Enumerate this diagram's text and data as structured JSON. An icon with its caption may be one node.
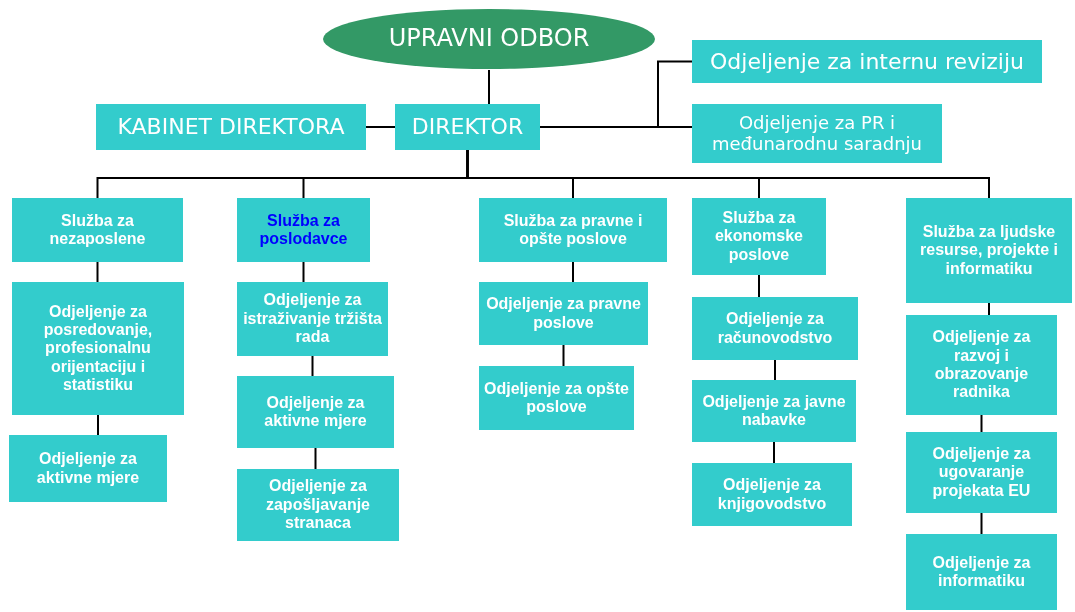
{
  "diagram": {
    "nodes": [
      {
        "text": [
          "UPRAVNI ODBOR"
        ]
      },
      {
        "text": [
          "Odjeljenje za internu reviziju"
        ]
      },
      {
        "text": [
          "KABINET DIREKTORA"
        ]
      },
      {
        "text": [
          "DIREKTOR"
        ]
      },
      {
        "text": [
          "Odjeljenje za PR i međunarodnu saradnju"
        ]
      },
      {
        "text": [
          "Služba za nezaposlene"
        ]
      },
      {
        "text": [
          "Služba za poslodavce"
        ]
      },
      {
        "text": [
          "Služba za pravne i opšte poslove"
        ]
      },
      {
        "text": [
          "Služba za ekonomske poslove"
        ]
      },
      {
        "text": [
          "Služba za ljudske resurse, projekte i informatiku"
        ]
      },
      {
        "text": [
          "Odjeljenje za posredovanje, profesionalnu orijentaciju i statistiku"
        ]
      },
      {
        "text": [
          "Odjeljenje za aktivne mjere"
        ]
      },
      {
        "text": [
          "Odjeljenje za istraživanje tržišta rada"
        ]
      },
      {
        "text": [
          "Odjeljenje za aktivne mjere"
        ]
      },
      {
        "text": [
          "Odjeljenje za zapošljavanje stranaca"
        ]
      },
      {
        "text": [
          "Odjeljenje za pravne poslove"
        ]
      },
      {
        "text": [
          "Odjeljenje za opšte poslove"
        ]
      },
      {
        "text": [
          "Odjeljenje za računovodstvo"
        ]
      },
      {
        "text": [
          "Odjeljenje za javne nabavke"
        ]
      },
      {
        "text": [
          "Odjeljenje za knjigovodstvo"
        ]
      },
      {
        "text": [
          "Odjeljenje za razvoj i obrazovanje radnika"
        ]
      },
      {
        "text": [
          "Odjeljenje za ugovaranje projekata EU"
        ]
      },
      {
        "text": [
          "Odjeljenje za informatiku"
        ]
      }
    ],
    "edges": [
      {
        "from": 0,
        "to": 3,
        "arrow": "none"
      },
      {
        "from": 3,
        "to": 2,
        "arrow": "none"
      },
      {
        "from": 3,
        "to": 1,
        "arrow": "none"
      },
      {
        "from": 3,
        "to": 4,
        "arrow": "none"
      },
      {
        "from": 3,
        "to": 5,
        "arrow": "none"
      },
      {
        "from": 3,
        "to": 6,
        "arrow": "none"
      },
      {
        "from": 3,
        "to": 7,
        "arrow": "none"
      },
      {
        "from": 3,
        "to": 8,
        "arrow": "none"
      },
      {
        "from": 3,
        "to": 9,
        "arrow": "none"
      },
      {
        "from": 5,
        "to": 10,
        "arrow": "none"
      },
      {
        "from": 10,
        "to": 11,
        "arrow": "none"
      },
      {
        "from": 6,
        "to": 12,
        "arrow": "none"
      },
      {
        "from": 12,
        "to": 13,
        "arrow": "none"
      },
      {
        "from": 13,
        "to": 14,
        "arrow": "none"
      },
      {
        "from": 7,
        "to": 15,
        "arrow": "none"
      },
      {
        "from": 15,
        "to": 16,
        "arrow": "none"
      },
      {
        "from": 8,
        "to": 17,
        "arrow": "none"
      },
      {
        "from": 17,
        "to": 18,
        "arrow": "none"
      },
      {
        "from": 18,
        "to": 19,
        "arrow": "none"
      },
      {
        "from": 9,
        "to": 20,
        "arrow": "none"
      },
      {
        "from": 20,
        "to": 21,
        "arrow": "none"
      },
      {
        "from": 21,
        "to": 22,
        "arrow": "none"
      }
    ]
  }
}
